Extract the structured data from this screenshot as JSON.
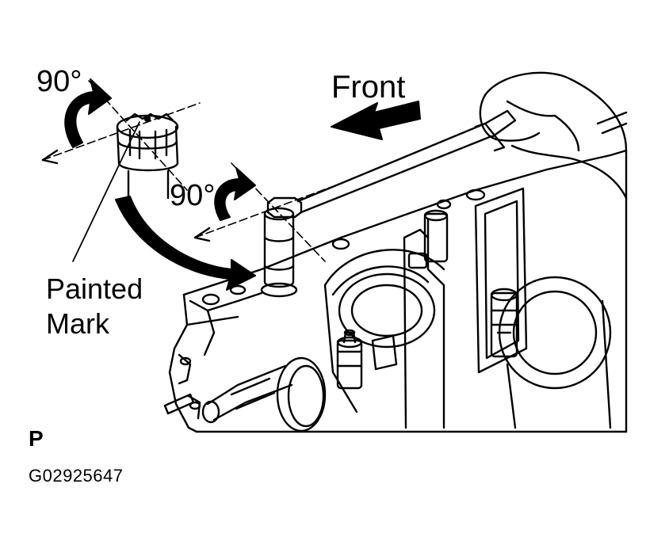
{
  "labels": {
    "angle_top": "90°",
    "angle_middle": "90°",
    "front": "Front",
    "painted_mark_line1": "Painted",
    "painted_mark_line2": "Mark",
    "corner_mark": "P",
    "figure_id": "G02925647"
  },
  "colors": {
    "ink": "#000000",
    "paper": "#ffffff"
  }
}
